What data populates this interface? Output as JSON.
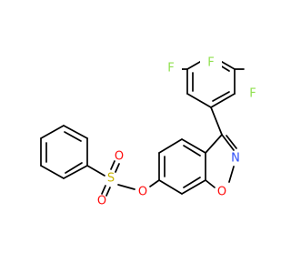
{
  "molecule": {
    "atoms": {
      "f_top": "F",
      "f_left": "F",
      "f_right": "F",
      "n": "N",
      "o_ring": "O",
      "o_ester": "O",
      "s": "S",
      "o_sulfonyl_top": "O",
      "o_sulfonyl_bottom": "O"
    }
  },
  "colors": {
    "bond": "#000000",
    "fluorine": "#90e050",
    "nitrogen": "#3050f8",
    "oxygen": "#ff0d0d",
    "sulfur": "#c8b400"
  }
}
